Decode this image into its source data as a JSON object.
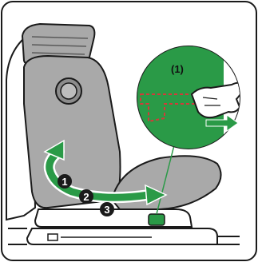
{
  "callout": {
    "label": "(1)"
  },
  "steps": [
    {
      "number": "1"
    },
    {
      "number": "2"
    },
    {
      "number": "3"
    }
  ],
  "colors": {
    "seat_gray": "#a9a9a9",
    "seat_dark": "#1a1a1a",
    "accent_green": "#2a9a47",
    "light_green": "#cfe9d3",
    "tag_red": "#d23a3a",
    "background": "#ffffff"
  },
  "icons": {
    "arrow_recline": "double-headed-curved-arrow-icon",
    "arrow_pull": "right-arrow-icon",
    "hand": "hand-icon"
  }
}
